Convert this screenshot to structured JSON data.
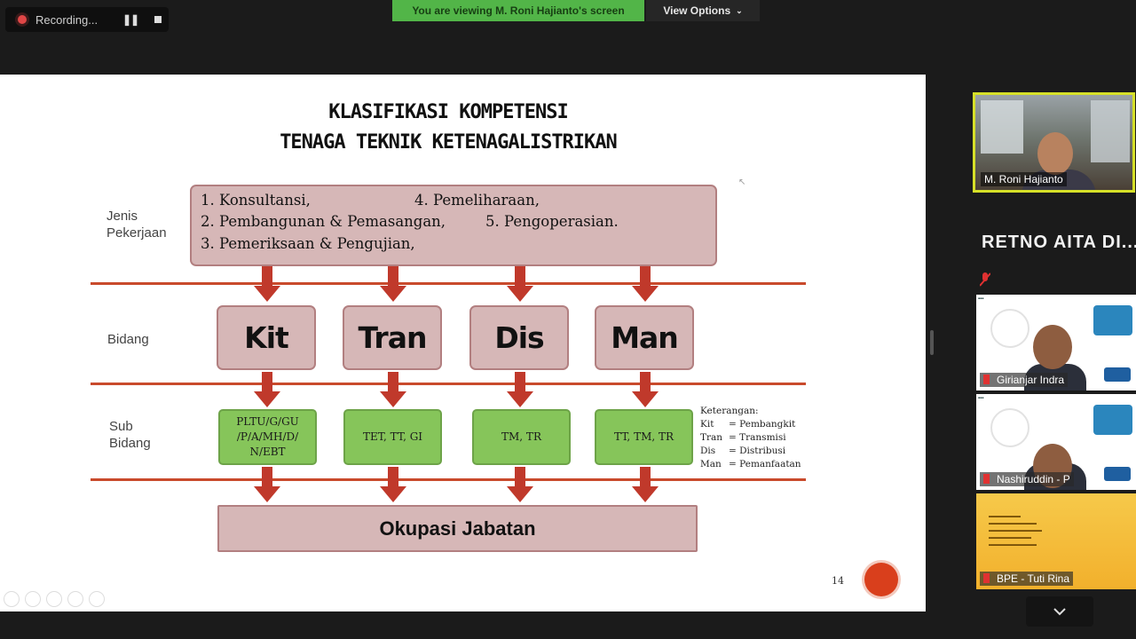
{
  "recording": {
    "label": "Recording...",
    "pause_icon": "pause-icon",
    "stop_icon": "stop-icon"
  },
  "viewing_banner": "You are viewing M. Roni Hajianto's screen",
  "view_options": "View Options",
  "slide": {
    "title_line1": "KLASIFIKASI KOMPETENSI",
    "title_line2": "TENAGA TEKNIK KETENAGALISTRIKAN",
    "row_labels": {
      "jenis_1": "Jenis",
      "jenis_2": "Pekerjaan",
      "bidang": "Bidang",
      "sub_1": "Sub",
      "sub_2": "Bidang"
    },
    "jobs": {
      "j1": "1. Konsultansi,",
      "j2": "2. Pembangunan & Pemasangan,",
      "j3": "3. Pemeriksaan & Pengujian,",
      "j4": "4. Pemeliharaan,",
      "j5": "5. Pengoperasian."
    },
    "fields": [
      "Kit",
      "Tran",
      "Dis",
      "Man"
    ],
    "sub_fields": {
      "kit_1": "PLTU/G/GU",
      "kit_2": "/P/A/MH/D/",
      "kit_3": "N/EBT",
      "tran": "TET, TT, GI",
      "dis": "TM, TR",
      "man": "TT, TM, TR"
    },
    "occupation": "Okupasi Jabatan",
    "legend": {
      "title": "Keterangan:",
      "items": [
        {
          "key": "Kit",
          "value": "= Pembangkit"
        },
        {
          "key": "Tran",
          "value": "= Transmisi"
        },
        {
          "key": "Dis",
          "value": "= Distribusi"
        },
        {
          "key": "Man",
          "value": "= Pemanfaatan"
        }
      ]
    },
    "page_number": "14",
    "colors": {
      "line": "#c94a2c",
      "arrow": "#c0392b",
      "box": "#d6b7b7",
      "sub": "#86c55a"
    }
  },
  "participants": {
    "speaker": "M. Roni Hajianto",
    "featured_name": "RETNO AITA DI...",
    "tiles": [
      {
        "name": "Girianjar Indra"
      },
      {
        "name": "Nashiruddin - P"
      },
      {
        "name": "BPE - Tuti Rina"
      }
    ],
    "scroll_icon": "chevron-down-icon"
  }
}
